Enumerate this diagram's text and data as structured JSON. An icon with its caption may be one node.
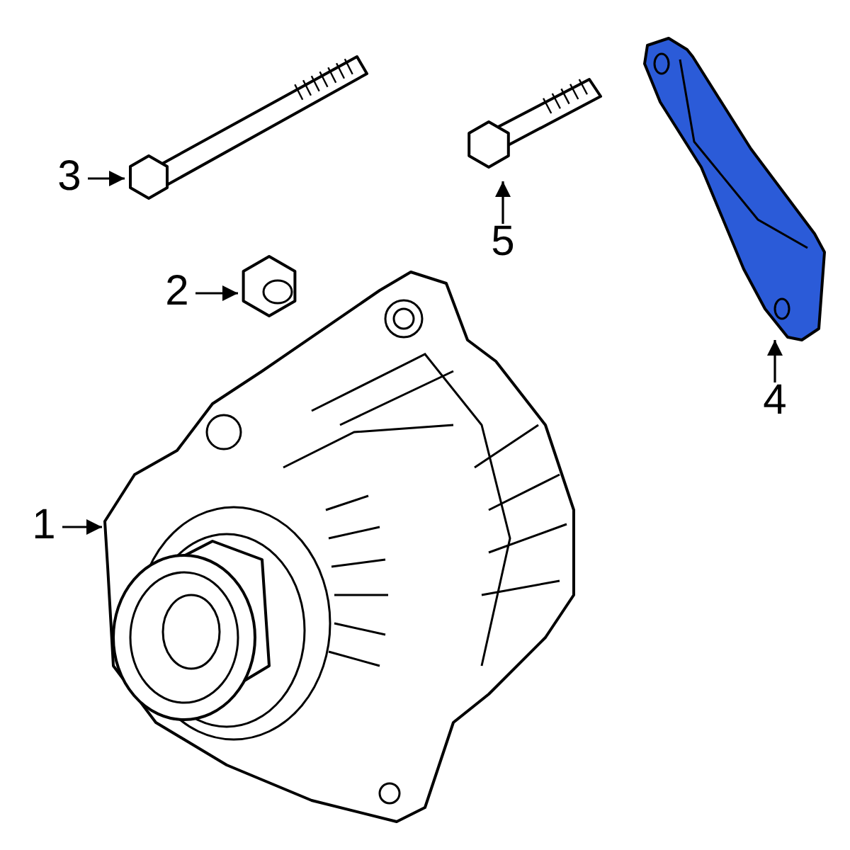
{
  "diagram": {
    "nodes": [
      {
        "text": [
          "3"
        ]
      },
      {
        "text": [],
        "shape": "picture"
      },
      {
        "text": [
          "5"
        ]
      },
      {
        "text": [],
        "shape": "picture"
      },
      {
        "text": [
          "2"
        ]
      },
      {
        "text": [],
        "shape": "picture"
      },
      {
        "text": [
          "4"
        ]
      },
      {
        "text": [],
        "shape": "picture"
      },
      {
        "text": [
          "1"
        ]
      },
      {
        "text": [],
        "shape": "picture"
      }
    ],
    "edges": [
      {
        "from": 0,
        "to": 1,
        "arrow": "to"
      },
      {
        "from": 2,
        "to": 3,
        "arrow": "to"
      },
      {
        "from": 4,
        "to": 5,
        "arrow": "to"
      },
      {
        "from": 6,
        "to": 7,
        "arrow": "to"
      },
      {
        "from": 8,
        "to": 9,
        "arrow": "to"
      }
    ]
  }
}
